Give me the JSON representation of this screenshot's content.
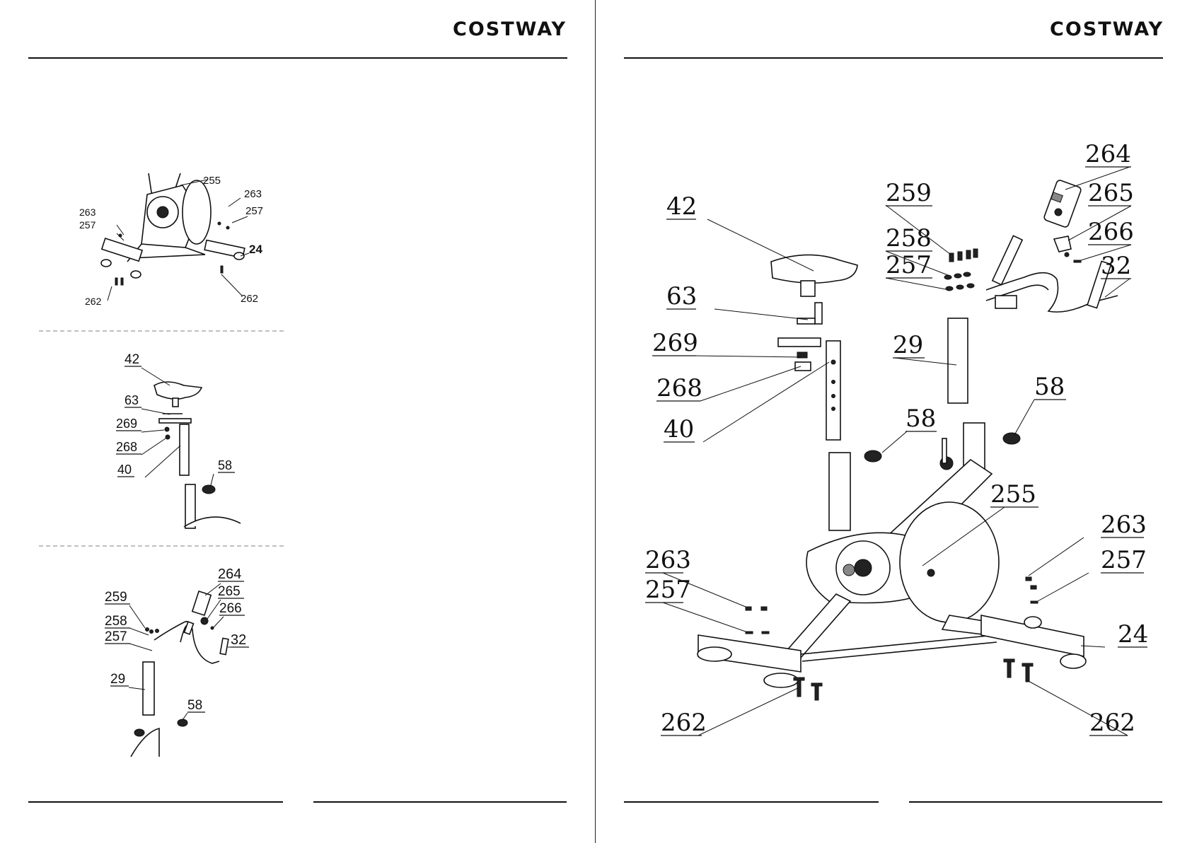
{
  "header": {
    "brand_left": "COSTWAY",
    "brand_right": "COSTWAY"
  },
  "left_page": {
    "step1_labels": {
      "a": "255",
      "b": "263",
      "c": "257",
      "d": "263",
      "e": "257",
      "f": "24",
      "g": "262",
      "h": "262"
    },
    "step2_labels": {
      "a": "42",
      "b": "63",
      "c": "269",
      "d": "268",
      "e": "40",
      "f": "58"
    },
    "step3_labels": {
      "a": "264",
      "b": "265",
      "c": "266",
      "d": "259",
      "e": "258",
      "f": "257",
      "g": "32",
      "h": "29",
      "i": "58"
    }
  },
  "right_page": {
    "labels": {
      "p264": "264",
      "p259": "259",
      "p265": "265",
      "p42": "42",
      "p258": "258",
      "p266": "266",
      "p257a": "257",
      "p32": "32",
      "p63": "63",
      "p269": "269",
      "p29": "29",
      "p268": "268",
      "p58a": "58",
      "p58b": "58",
      "p40": "40",
      "p255": "255",
      "p263a": "263",
      "p263b": "263",
      "p257b": "257",
      "p257c": "257",
      "p24": "24",
      "p262a": "262",
      "p262b": "262"
    }
  }
}
